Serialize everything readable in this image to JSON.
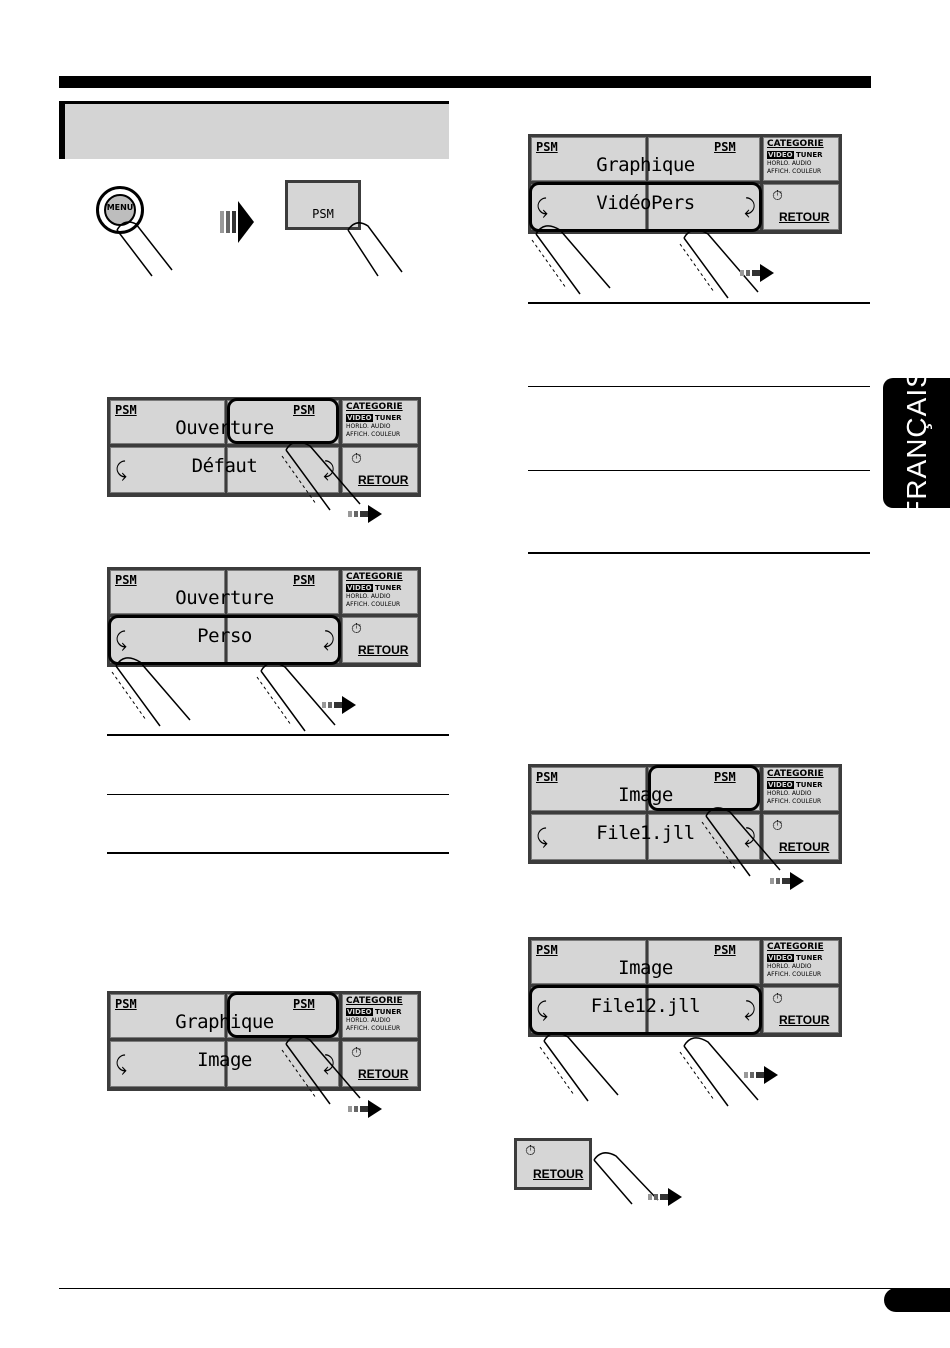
{
  "side_tab": {
    "label": "FRANÇAIS"
  },
  "step_buttons": {
    "menu_label": "MENU",
    "psm_label": "PSM"
  },
  "displays": [
    {
      "id": "d1",
      "psm_left": "PSM",
      "psm_right": "PSM",
      "line1": "Ouverture",
      "line2": "Défaut",
      "cat_title": "CATEGORIE",
      "cat_video": "VIDEO",
      "cat_tuner": "TUNER",
      "cat_line2": "HORLO. AUDIO",
      "cat_line3": "AFFICH. COULEUR",
      "return_label": "RETOUR"
    },
    {
      "id": "d2",
      "psm_left": "PSM",
      "psm_right": "PSM",
      "line1": "Ouverture",
      "line2": "Perso",
      "cat_title": "CATEGORIE",
      "cat_video": "VIDEO",
      "cat_tuner": "TUNER",
      "cat_line2": "HORLO. AUDIO",
      "cat_line3": "AFFICH. COULEUR",
      "return_label": "RETOUR"
    },
    {
      "id": "d3",
      "psm_left": "PSM",
      "psm_right": "PSM",
      "line1": "Graphique",
      "line2": "Image",
      "cat_title": "CATEGORIE",
      "cat_video": "VIDEO",
      "cat_tuner": "TUNER",
      "cat_line2": "HORLO. AUDIO",
      "cat_line3": "AFFICH. COULEUR",
      "return_label": "RETOUR"
    },
    {
      "id": "d4",
      "psm_left": "PSM",
      "psm_right": "PSM",
      "line1": "Graphique",
      "line2": "VidéoPers",
      "cat_title": "CATEGORIE",
      "cat_video": "VIDEO",
      "cat_tuner": "TUNER",
      "cat_line2": "HORLO. AUDIO",
      "cat_line3": "AFFICH. COULEUR",
      "return_label": "RETOUR"
    },
    {
      "id": "d5",
      "psm_left": "PSM",
      "psm_right": "PSM",
      "line1": "Image",
      "line2": "File1.jll",
      "cat_title": "CATEGORIE",
      "cat_video": "VIDEO",
      "cat_tuner": "TUNER",
      "cat_line2": "HORLO. AUDIO",
      "cat_line3": "AFFICH. COULEUR",
      "return_label": "RETOUR"
    },
    {
      "id": "d6",
      "psm_left": "PSM",
      "psm_right": "PSM",
      "line1": "Image",
      "line2": "File12.jll",
      "cat_title": "CATEGORIE",
      "cat_video": "VIDEO",
      "cat_tuner": "TUNER",
      "cat_line2": "HORLO. AUDIO",
      "cat_line3": "AFFICH. COULEUR",
      "return_label": "RETOUR"
    }
  ],
  "return_button": {
    "label": "RETOUR"
  },
  "colors": {
    "lcd_frame": "#3c3c3c",
    "lcd_face": "#d6d6d6",
    "section_bg": "#d4d4d4"
  }
}
